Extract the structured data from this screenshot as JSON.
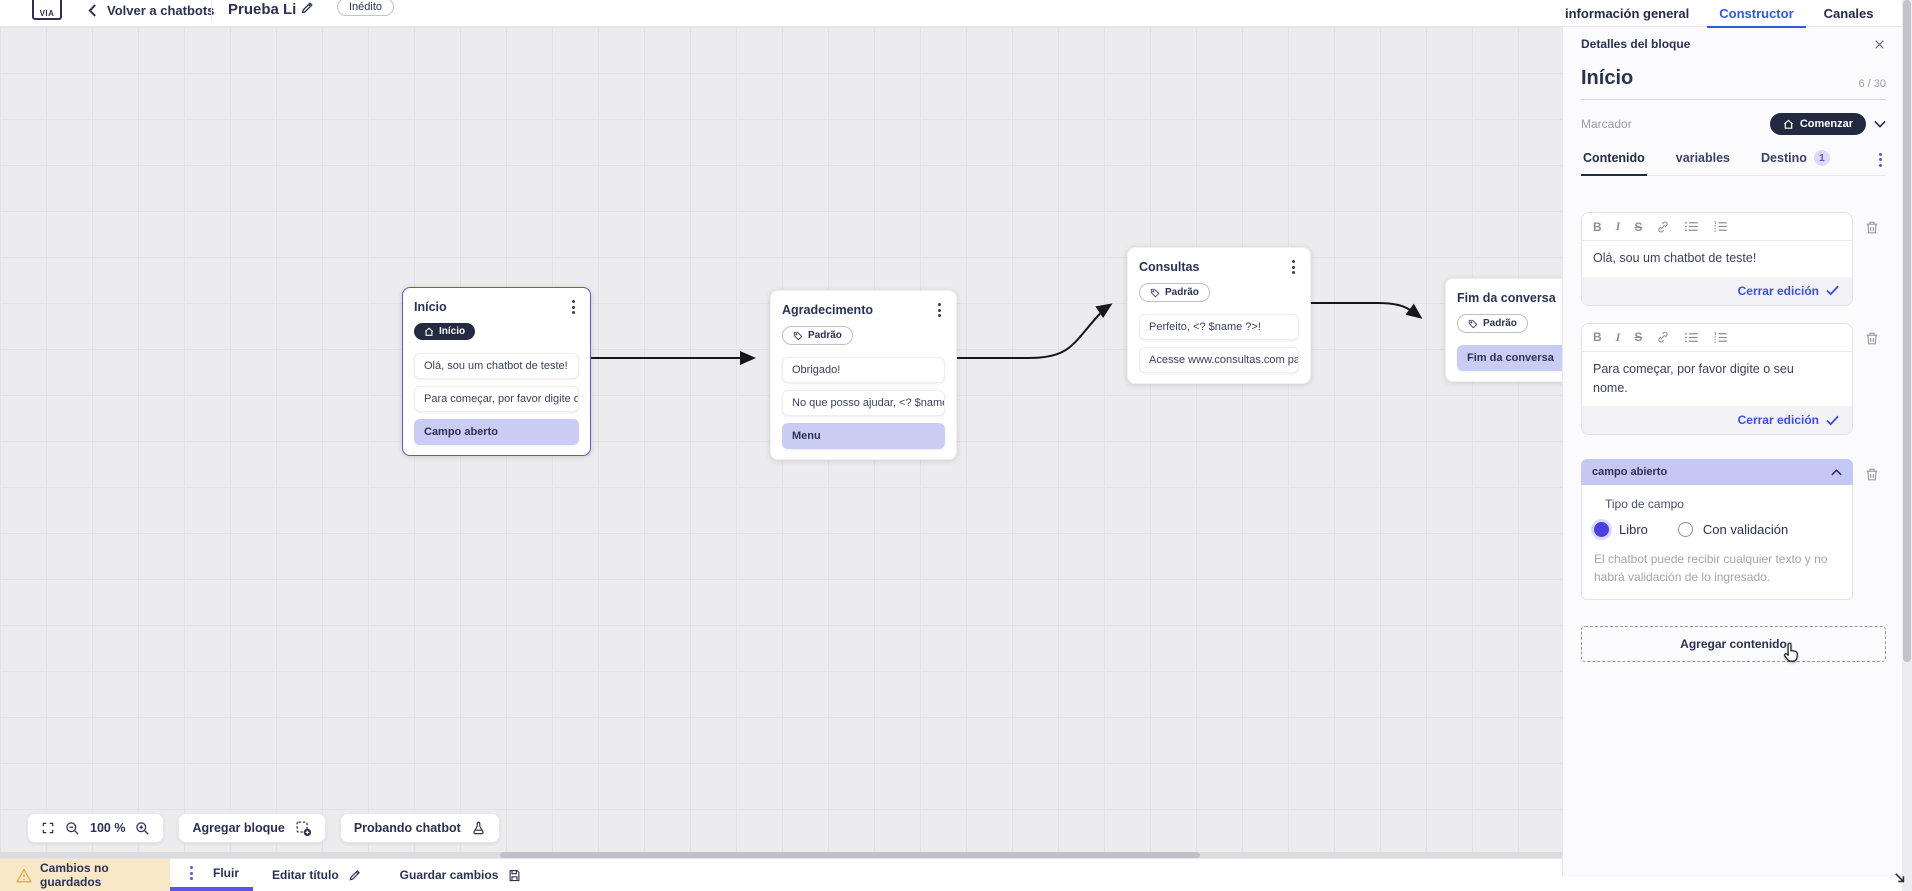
{
  "header": {
    "logo": "VIA",
    "back_label": "Volver a chatbots",
    "title": "Prueba Li",
    "status_badge": "Inédito",
    "tabs": [
      {
        "label": "información general",
        "active": false
      },
      {
        "label": "Constructor",
        "active": true
      },
      {
        "label": "Canales",
        "active": false
      }
    ]
  },
  "panel": {
    "title": "Detalles del bloque",
    "block_name": "Início",
    "char_counter": "6 / 30",
    "marker_label": "Marcador",
    "marker_value": "Comenzar",
    "tabs": [
      "Contenido",
      "variables",
      "Destino"
    ],
    "destino_badge": "1",
    "toolbar_icons": {
      "bold": "B",
      "italic": "I",
      "strike": "S"
    },
    "editors": [
      {
        "text": "Olá, sou um chatbot de teste!",
        "close_label": "Cerrar edición"
      },
      {
        "text": "Para começar, por favor digite o seu nome.",
        "close_label": "Cerrar edición"
      }
    ],
    "open_field": {
      "header": "campo abierto",
      "type_label": "Tipo de campo",
      "options": [
        {
          "label": "Libro",
          "selected": true
        },
        {
          "label": "Con validación",
          "selected": false
        }
      ],
      "helper": "El chatbot puede recibir cualquier texto y no habrá validación de lo ingresado."
    },
    "add_content_label": "Agregar contenido"
  },
  "canvas": {
    "nodes": [
      {
        "title": "Início",
        "badge": "Início",
        "badge_style": "dark",
        "items": [
          {
            "label": "Olá, sou um chatbot de teste!",
            "highlight": false
          },
          {
            "label": "Para começar, por favor digite o ...",
            "highlight": false
          },
          {
            "label": "Campo aberto",
            "highlight": true
          }
        ]
      },
      {
        "title": "Agradecimento",
        "badge": "Padrão",
        "badge_style": "outline",
        "items": [
          {
            "label": "Obrigado!",
            "highlight": false
          },
          {
            "label": "No que posso ajudar, <? $name ...",
            "highlight": false
          },
          {
            "label": "Menu",
            "highlight": true
          }
        ]
      },
      {
        "title": "Consultas",
        "badge": "Padrão",
        "badge_style": "outline",
        "items": [
          {
            "label": "Perfeito, <? $name ?>!",
            "highlight": false
          },
          {
            "label": "Acesse www.consultas.com par...",
            "highlight": false
          }
        ]
      },
      {
        "title": "Fim da conversa",
        "badge": "Padrão",
        "badge_style": "outline",
        "items": [
          {
            "label": "Fim da conversa",
            "highlight": true
          }
        ]
      }
    ],
    "zoom_level": "100 %",
    "add_block_label": "Agregar bloque",
    "test_chatbot_label": "Probando chatbot"
  },
  "footer": {
    "unsaved_label": "Cambios no guardados",
    "flow_tab": "Fluir",
    "edit_title_label": "Editar título",
    "save_label": "Guardar cambios"
  },
  "colors": {
    "accent_indigo": "#5b54e8",
    "tab_blue": "#3058e8",
    "link_blue": "#3c4ef0",
    "navy": "#2b3154",
    "highlight_periwinkle": "#c9cdf4",
    "unsaved_tan": "#f9e8c8",
    "warning_amber": "#e7a83e",
    "dark_pill": "#212a41"
  }
}
